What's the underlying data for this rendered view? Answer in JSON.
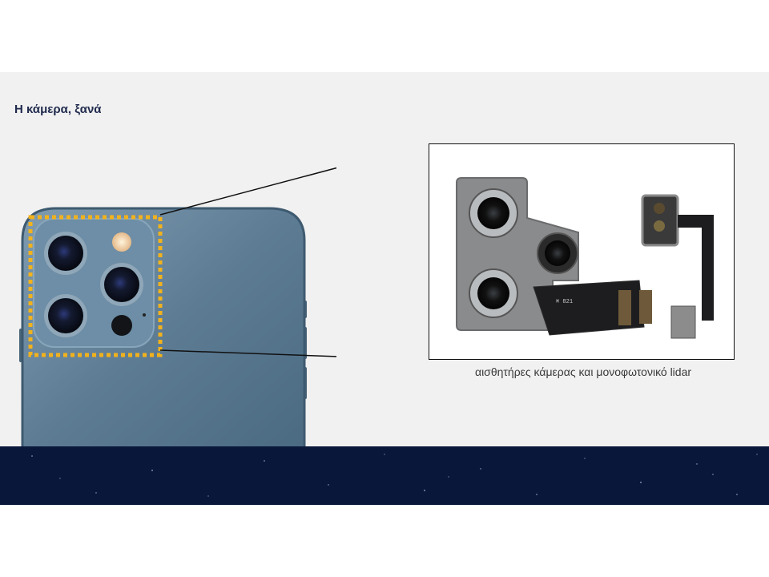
{
  "slide": {
    "title": "Η κάμερα, ξανά",
    "caption": "αισθητήρες κάμερας και μονοφωτονικό lidar"
  },
  "colors": {
    "title_text": "#1f2a4d",
    "highlight_dashes": "#f2b21c",
    "phone_body": "#5f7e95",
    "footer_band": "#08173a"
  },
  "icons": [
    "phone-camera-module-illustration",
    "camera-sensors-photo",
    "lidar-sensor-photo"
  ]
}
